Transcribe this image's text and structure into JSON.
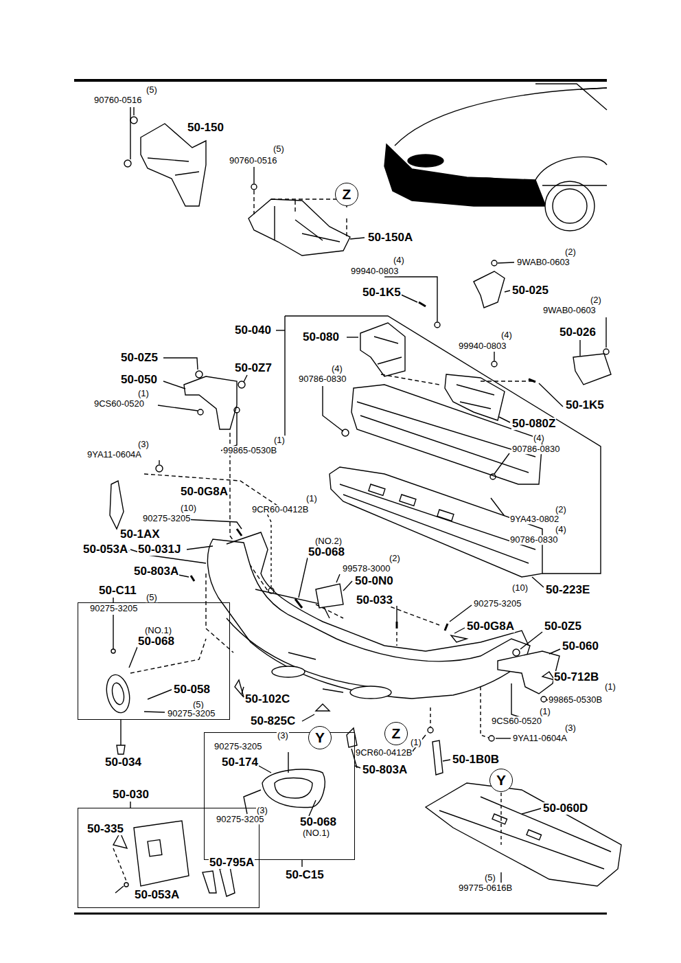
{
  "diagram": {
    "nodes": [
      {
        "text": [
          "Z"
        ]
      },
      {
        "text": [
          "50-C11"
        ]
      },
      {
        "text": [
          "Z"
        ]
      },
      {
        "text": [
          "Y"
        ]
      },
      {
        "text": [
          "50-C15"
        ]
      },
      {
        "text": [
          "Y"
        ]
      },
      {
        "text": [
          "50-030"
        ]
      }
    ],
    "labels": [
      "(5)",
      "90760-0516",
      "50-150",
      "(5)",
      "90760-0516",
      "50-150A",
      "(2)",
      "9WAB0-0603",
      "(4)",
      "99940-0803",
      "50-025",
      "50-1K5",
      "(2)",
      "9WAB0-0603",
      "50-040",
      "50-080",
      "50-026",
      "(4)",
      "99940-0803",
      "50-0Z5",
      "50-0Z7",
      "50-050",
      "(4)",
      "90786-0830",
      "(1)",
      "9CS60-0520",
      "50-1K5",
      "50-080Z",
      "(1)",
      "99865-0530B",
      "(4)",
      "90786-0830",
      "(3)",
      "9YA11-0604A",
      "50-0G8A",
      "(1)",
      "(10)",
      "90275-3205",
      "9CR60-0412B",
      "(2)",
      "9YA43-0802",
      "(4)",
      "90786-0830",
      "50-1AX",
      "(NO.2)",
      "50-053A",
      "50-031J",
      "50-068",
      "(2)",
      "99578-3000",
      "50-803A",
      "50-0N0",
      "(10)",
      "50-223E",
      "90275-3205",
      "50-033",
      "(5)",
      "90275-3205",
      "50-0G8A",
      "50-0Z5",
      "(NO.1)",
      "50-068",
      "50-060",
      "50-712B",
      "(1)",
      "99865-0530B",
      "50-058",
      "(5)",
      "90275-3205",
      "50-102C",
      "(1)",
      "9CS60-0520",
      "50-825C",
      "(3)",
      "9YA11-0604A",
      "(3)",
      "90275-3205",
      "(1)",
      "9CR60-0412B",
      "50-174",
      "50-1B0B",
      "50-034",
      "50-803A",
      "(3)",
      "90275-3205",
      "50-068",
      "(NO.1)",
      "50-060D",
      "50-335",
      "50-795A",
      "(5)",
      "99775-0616B",
      "50-053A"
    ]
  }
}
